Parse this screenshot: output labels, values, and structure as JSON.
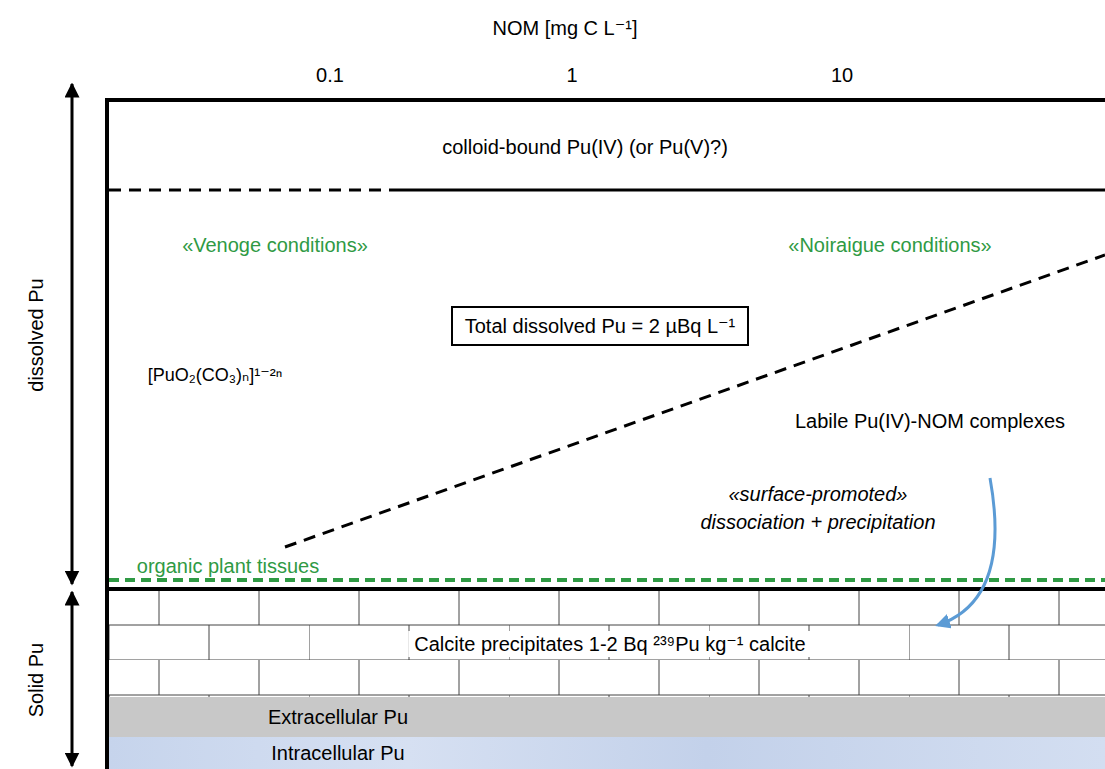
{
  "diagram": {
    "nodes": [
      {
        "text": [
          "Total dissolved Pu = 2 µBq L⁻¹"
        ]
      },
      {
        "text": [
          "Calcite precipitates 1-2 Bq ²³⁹Pu kg⁻¹ calcite"
        ]
      },
      {
        "text": [
          "Extracellular Pu"
        ]
      },
      {
        "text": [
          "Intracellular Pu"
        ]
      }
    ],
    "labels": [
      "NOM [mg C L⁻¹]",
      "0.1",
      "1",
      "10",
      "dissolved Pu",
      "Solid Pu",
      "colloid-bound Pu(IV) (or Pu(V)?)",
      "«Venoge conditions»",
      "«Noiraigue conditions»",
      "[PuO₂(CO₃)ₙ]¹⁻²ⁿ",
      "Labile Pu(IV)-NOM complexes",
      "«surface-promoted» dissociation + precipitation",
      "organic plant tissues"
    ]
  }
}
